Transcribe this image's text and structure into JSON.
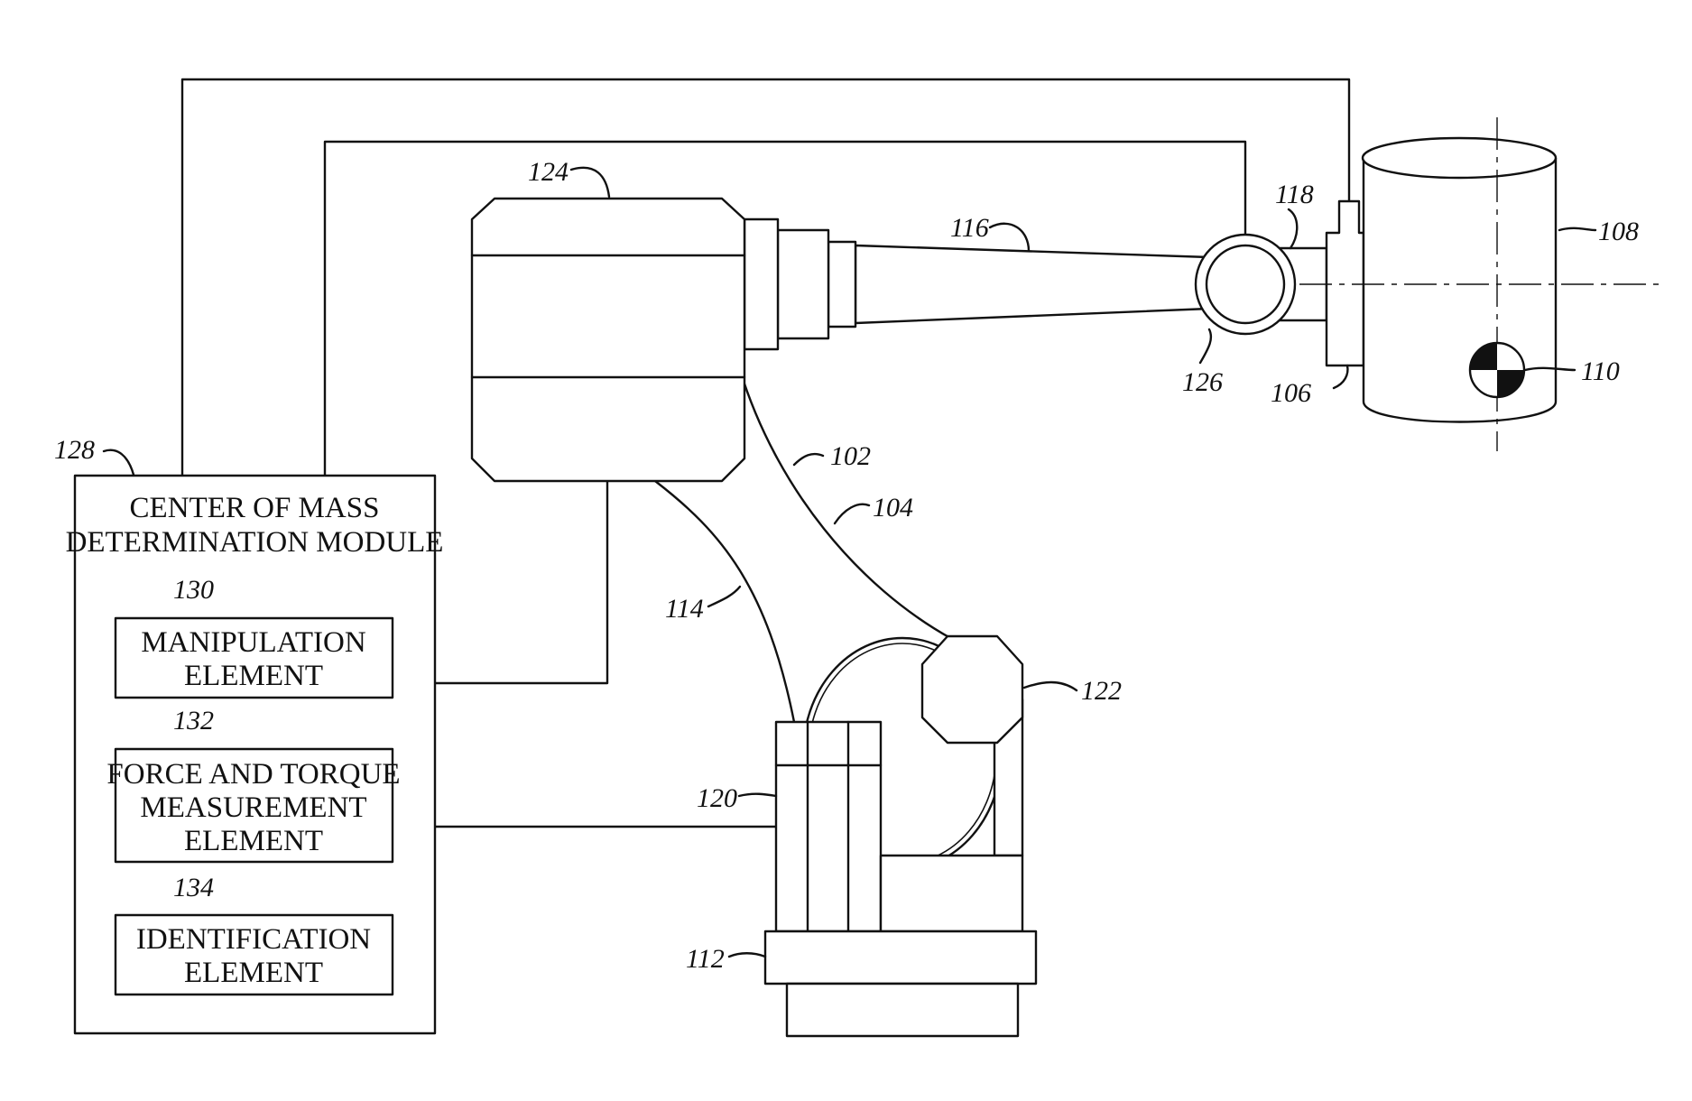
{
  "module": {
    "ref": "128",
    "title_lines": [
      "CENTER OF MASS",
      "DETERMINATION MODULE"
    ],
    "elements": [
      {
        "ref": "130",
        "lines": [
          "MANIPULATION",
          "ELEMENT"
        ]
      },
      {
        "ref": "132",
        "lines": [
          "FORCE AND TORQUE",
          "MEASUREMENT",
          "ELEMENT"
        ]
      },
      {
        "ref": "134",
        "lines": [
          "IDENTIFICATION",
          "ELEMENT"
        ]
      }
    ]
  },
  "reference_numerals": {
    "joint_124": "124",
    "arm_116": "116",
    "end_118": "118",
    "payload_108": "108",
    "center_of_mass_110": "110",
    "wrist_126": "126",
    "gripper_106": "106",
    "robot_102": "102",
    "link_104": "104",
    "link_114": "114",
    "joint_122": "122",
    "base_120": "120",
    "mount_112": "112"
  },
  "colors": {
    "line": "#111111",
    "background": "#ffffff"
  }
}
